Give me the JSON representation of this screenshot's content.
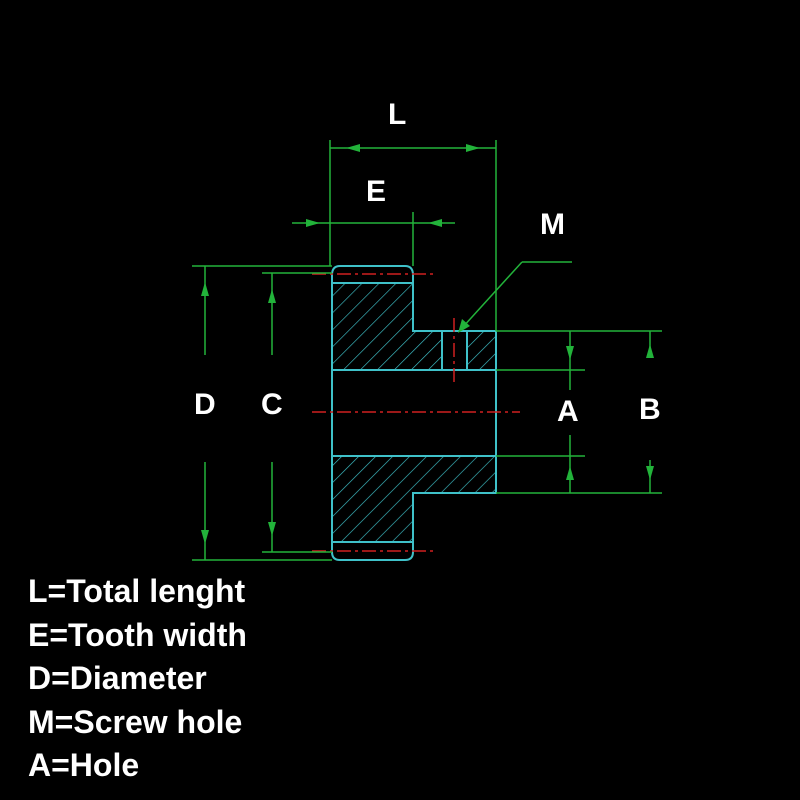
{
  "dimension_labels": {
    "L": "L",
    "E": "E",
    "M": "M",
    "D": "D",
    "C": "C",
    "A": "A",
    "B": "B"
  },
  "legend": [
    "L=Total lenght",
    "E=Tooth width",
    "D=Diameter",
    "M=Screw hole",
    "A=Hole"
  ],
  "colors": {
    "background": "#000000",
    "dimension_lines": "#22b33a",
    "part_outline": "#3fc1c9",
    "center_lines": "#d02020",
    "text": "#ffffff"
  }
}
